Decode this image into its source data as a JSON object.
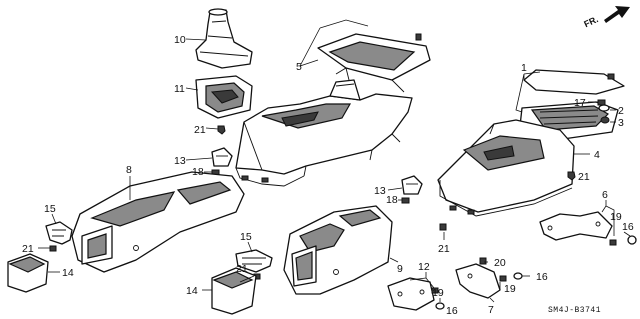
{
  "diagram": {
    "orientation_label": "FR.",
    "part_code": "SM4J-B3741",
    "callouts": [
      {
        "id": "c10",
        "label": "10"
      },
      {
        "id": "c11",
        "label": "11"
      },
      {
        "id": "c21a",
        "label": "21"
      },
      {
        "id": "c13a",
        "label": "13"
      },
      {
        "id": "c18a",
        "label": "18"
      },
      {
        "id": "c5",
        "label": "5"
      },
      {
        "id": "c8",
        "label": "8"
      },
      {
        "id": "c1",
        "label": "1"
      },
      {
        "id": "c17",
        "label": "17"
      },
      {
        "id": "c2",
        "label": "2"
      },
      {
        "id": "c3",
        "label": "3"
      },
      {
        "id": "c4",
        "label": "4"
      },
      {
        "id": "c21b",
        "label": "21"
      },
      {
        "id": "c13b",
        "label": "13"
      },
      {
        "id": "c18b",
        "label": "18"
      },
      {
        "id": "c6",
        "label": "6"
      },
      {
        "id": "c19a",
        "label": "19"
      },
      {
        "id": "c16a",
        "label": "16"
      },
      {
        "id": "c21c",
        "label": "21"
      },
      {
        "id": "c15a",
        "label": "15"
      },
      {
        "id": "c21d",
        "label": "21"
      },
      {
        "id": "c14a",
        "label": "14"
      },
      {
        "id": "c15b",
        "label": "15"
      },
      {
        "id": "c21e",
        "label": "21"
      },
      {
        "id": "c14b",
        "label": "14"
      },
      {
        "id": "c9",
        "label": "9"
      },
      {
        "id": "c12",
        "label": "12"
      },
      {
        "id": "c19b",
        "label": "19"
      },
      {
        "id": "c16b",
        "label": "16"
      },
      {
        "id": "c20",
        "label": "20"
      },
      {
        "id": "c19c",
        "label": "19"
      },
      {
        "id": "c7",
        "label": "7"
      },
      {
        "id": "c16c",
        "label": "16"
      }
    ]
  }
}
